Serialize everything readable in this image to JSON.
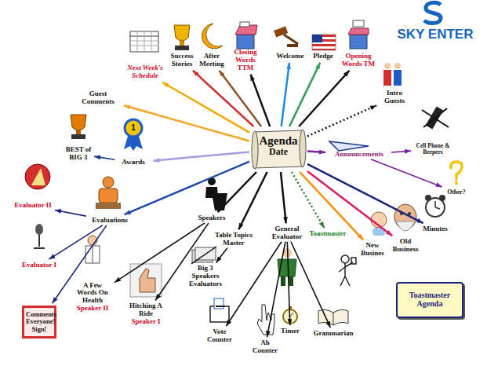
{
  "diagram": {
    "nodes": [
      {
        "text": [
          "Agenda",
          "Date"
        ]
      },
      {
        "text": [
          "Next Week's Schedule"
        ]
      },
      {
        "text": [
          "Success Stories"
        ]
      },
      {
        "text": [
          "After Meeting"
        ]
      },
      {
        "text": [
          "Closing Words TTM"
        ]
      },
      {
        "text": [
          "Welcome"
        ]
      },
      {
        "text": [
          "Pledge"
        ]
      },
      {
        "text": [
          "Opening Words TM"
        ]
      },
      {
        "text": [
          "Intro Guests"
        ]
      },
      {
        "text": [
          "Guest Comments"
        ]
      },
      {
        "text": [
          "BEST of BIG 3"
        ]
      },
      {
        "text": [
          "Awards"
        ]
      },
      {
        "text": [
          "Announcements"
        ]
      },
      {
        "text": [
          "Cell Phone & Beepers"
        ]
      },
      {
        "text": [
          "Other?"
        ]
      },
      {
        "text": [
          "Evaluator II"
        ]
      },
      {
        "text": [
          "Evaluations"
        ]
      },
      {
        "text": [
          "Minutes"
        ]
      },
      {
        "text": [
          "Speakers"
        ]
      },
      {
        "text": [
          "Table Topics Master"
        ]
      },
      {
        "text": [
          "General Evaluator"
        ]
      },
      {
        "text": [
          "Toastmaster"
        ]
      },
      {
        "text": [
          "New Busines"
        ]
      },
      {
        "text": [
          "Old Business"
        ]
      },
      {
        "text": [
          "Evaluator I"
        ]
      },
      {
        "text": [
          "A Few Words On Health",
          "Speaker II"
        ]
      },
      {
        "text": [
          "Hitching A Ride",
          "Speaker I"
        ]
      },
      {
        "text": [
          "Big 3 Speakers Evaluators"
        ]
      },
      {
        "text": [
          "Toastmaster Agenda"
        ]
      },
      {
        "text": [
          "Vote Counter"
        ]
      },
      {
        "text": [
          "Ah Counter"
        ]
      },
      {
        "text": [
          "Timer"
        ]
      },
      {
        "text": [
          "Grammarian"
        ]
      },
      {
        "text": [
          "Comments Everyone! Sign!"
        ]
      }
    ],
    "edges": [
      {
        "from": 0,
        "to": 1,
        "arrow": "to"
      },
      {
        "from": 0,
        "to": 2,
        "arrow": "to"
      },
      {
        "from": 0,
        "to": 3,
        "arrow": "to"
      },
      {
        "from": 0,
        "to": 4,
        "arrow": "to"
      },
      {
        "from": 0,
        "to": 5,
        "arrow": "to"
      },
      {
        "from": 0,
        "to": 6,
        "arrow": "to"
      },
      {
        "from": 0,
        "to": 7,
        "arrow": "to"
      },
      {
        "from": 0,
        "to": 8,
        "arrow": "to"
      },
      {
        "from": 0,
        "to": 9,
        "arrow": "to"
      },
      {
        "from": 0,
        "to": 11,
        "arrow": "to"
      },
      {
        "from": 11,
        "to": 10,
        "arrow": "to"
      },
      {
        "from": 0,
        "to": 12,
        "arrow": "to"
      },
      {
        "from": 12,
        "to": 13,
        "arrow": "to"
      },
      {
        "from": 12,
        "to": 14,
        "arrow": "to"
      },
      {
        "from": 0,
        "to": 16,
        "arrow": "to"
      },
      {
        "from": 16,
        "to": 15,
        "arrow": "to"
      },
      {
        "from": 16,
        "to": 24,
        "arrow": "to"
      },
      {
        "from": 16,
        "to": 33,
        "arrow": "to"
      },
      {
        "from": 0,
        "to": 17,
        "arrow": "to"
      },
      {
        "from": 0,
        "to": 18,
        "arrow": "to"
      },
      {
        "from": 0,
        "to": 19,
        "arrow": "to"
      },
      {
        "from": 0,
        "to": 20,
        "arrow": "to"
      },
      {
        "from": 0,
        "to": 21,
        "arrow": "to"
      },
      {
        "from": 0,
        "to": 22,
        "arrow": "to"
      },
      {
        "from": 0,
        "to": 23,
        "arrow": "to"
      },
      {
        "from": 18,
        "to": 25,
        "arrow": "to"
      },
      {
        "from": 18,
        "to": 26,
        "arrow": "to"
      },
      {
        "from": 19,
        "to": 27,
        "arrow": "to"
      },
      {
        "from": 20,
        "to": 29,
        "arrow": "to"
      },
      {
        "from": 20,
        "to": 30,
        "arrow": "to"
      },
      {
        "from": 20,
        "to": 31,
        "arrow": "to"
      },
      {
        "from": 20,
        "to": 32,
        "arrow": "to"
      }
    ],
    "labels": [
      "SKY ENTER",
      "1"
    ]
  }
}
